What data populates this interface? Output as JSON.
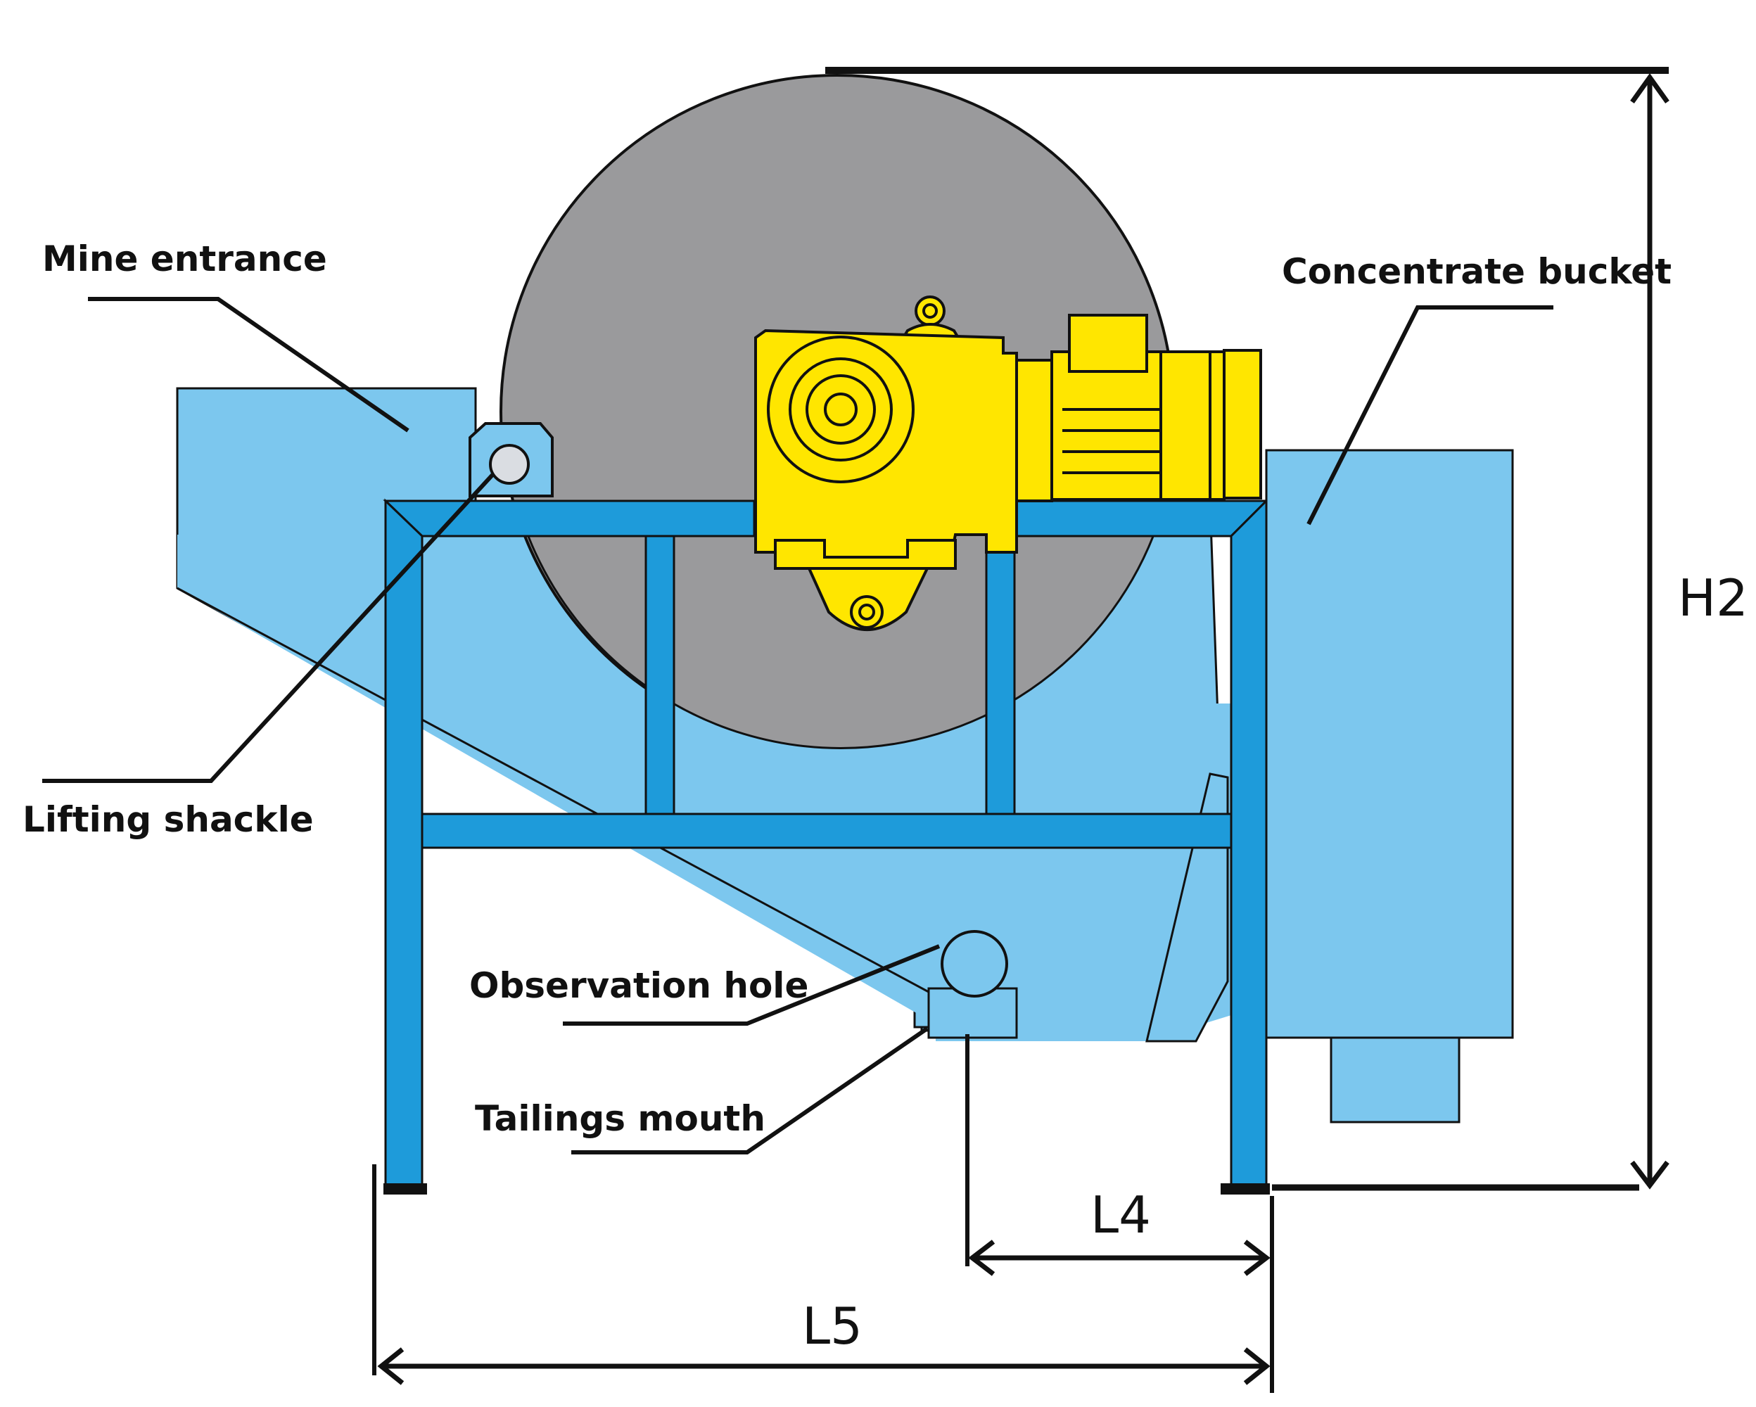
{
  "labels": {
    "mine_entrance": "Mine entrance",
    "lifting_shackle": "Lifting shackle",
    "observation_hole": "Observation hole",
    "tailings_mouth": "Tailings mouth",
    "concentrate_bucket": "Concentrate bucket"
  },
  "dimensions": {
    "h2": "H2",
    "l4": "L4",
    "l5": "L5"
  },
  "colors": {
    "hopper_blue": "#7CC7EE",
    "frame_blue": "#1E9BDA",
    "drum_gray": "#9A9A9C",
    "motor_yellow": "#FFE600",
    "outline": "#111111"
  }
}
